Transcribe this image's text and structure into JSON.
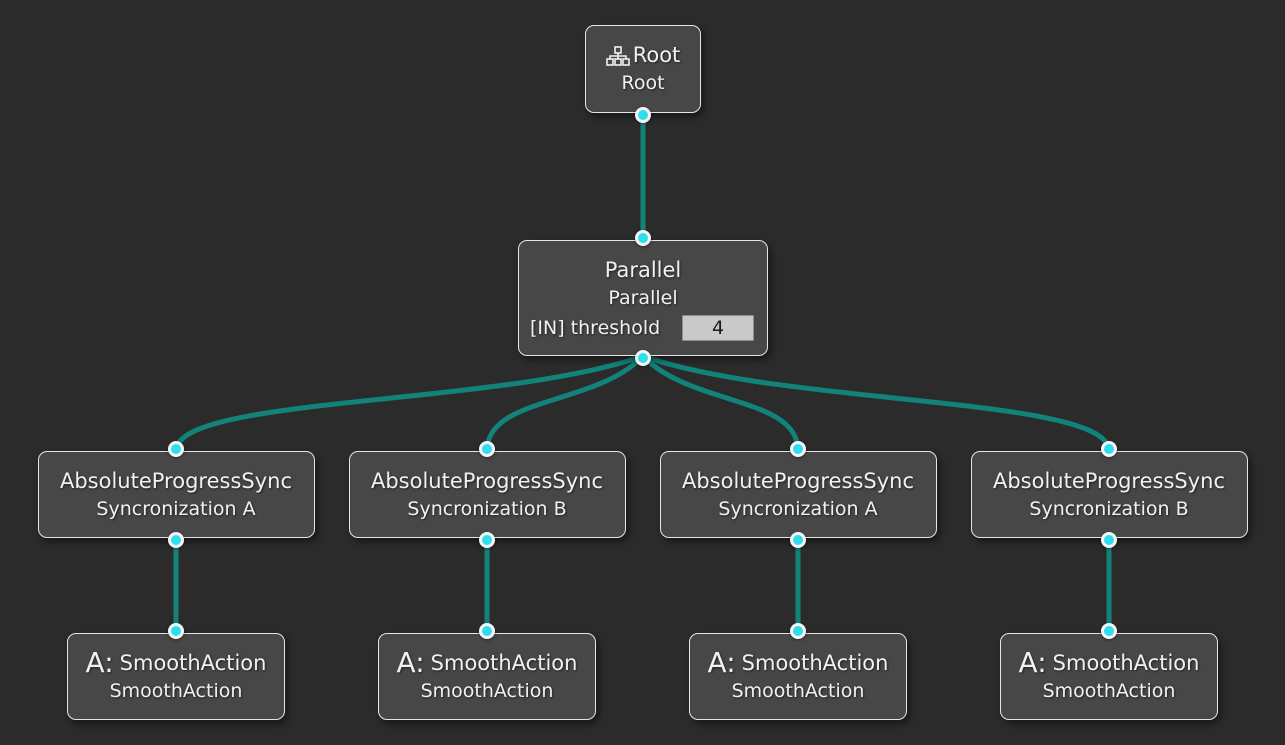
{
  "canvas": {
    "background": "#2b2b2b",
    "edge_color": "#11837b",
    "port_color": "#2fdeee",
    "node_fill": "#474747",
    "node_border": "#e6e6e6",
    "text_color": "#f1f1f1",
    "input_bg": "#c9c9c9",
    "input_text": "#1b1b1b"
  },
  "icons": {
    "root": "sitemap-icon"
  },
  "nodes": {
    "root": {
      "type": "Root",
      "name": "Root"
    },
    "parallel": {
      "type": "Parallel",
      "name": "Parallel",
      "param": {
        "label": "[IN] threshold",
        "value": "4"
      }
    },
    "sync_1": {
      "type": "AbsoluteProgressSync",
      "name": "Syncronization A"
    },
    "sync_2": {
      "type": "AbsoluteProgressSync",
      "name": "Syncronization B"
    },
    "sync_3": {
      "type": "AbsoluteProgressSync",
      "name": "Syncronization A"
    },
    "sync_4": {
      "type": "AbsoluteProgressSync",
      "name": "Syncronization B"
    },
    "action_1": {
      "prefix": "A:",
      "type": "SmoothAction",
      "name": "SmoothAction"
    },
    "action_2": {
      "prefix": "A:",
      "type": "SmoothAction",
      "name": "SmoothAction"
    },
    "action_3": {
      "prefix": "A:",
      "type": "SmoothAction",
      "name": "SmoothAction"
    },
    "action_4": {
      "prefix": "A:",
      "type": "SmoothAction",
      "name": "SmoothAction"
    }
  }
}
